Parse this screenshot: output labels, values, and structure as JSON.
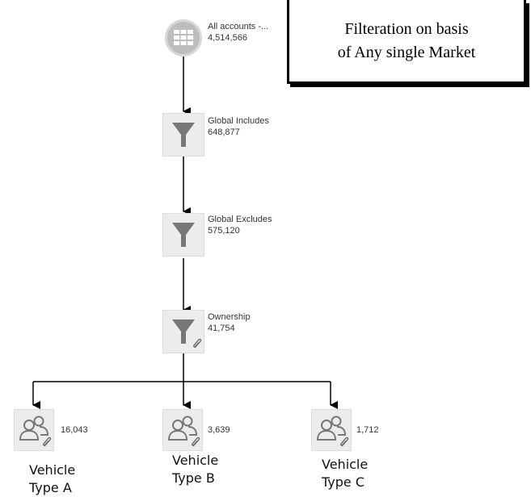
{
  "callout": {
    "line1": "Filteration on basis",
    "line2": "of Any single Market"
  },
  "nodes": {
    "root": {
      "label": "All accounts -...",
      "count": "4,514,566",
      "icon": "grid-icon"
    },
    "global_includes": {
      "label": "Global Includes",
      "count": "648,877",
      "icon": "funnel-icon"
    },
    "global_excludes": {
      "label": "Global Excludes",
      "count": "575,120",
      "icon": "funnel-icon"
    },
    "ownership": {
      "label": "Ownership",
      "count": "41,754",
      "icon": "funnel-icon"
    }
  },
  "segments": [
    {
      "count": "16,043",
      "caption_line1": "Vehicle",
      "caption_line2": "Type A",
      "icon": "users-icon"
    },
    {
      "count": "3,639",
      "caption_line1": "Vehicle",
      "caption_line2": "Type B",
      "icon": "users-icon"
    },
    {
      "count": "1,712",
      "caption_line1": "Vehicle",
      "caption_line2": "Type C",
      "icon": "users-icon"
    }
  ],
  "colors": {
    "icon_fill": "#777777",
    "box_bg": "#ececec",
    "line": "#000000"
  }
}
